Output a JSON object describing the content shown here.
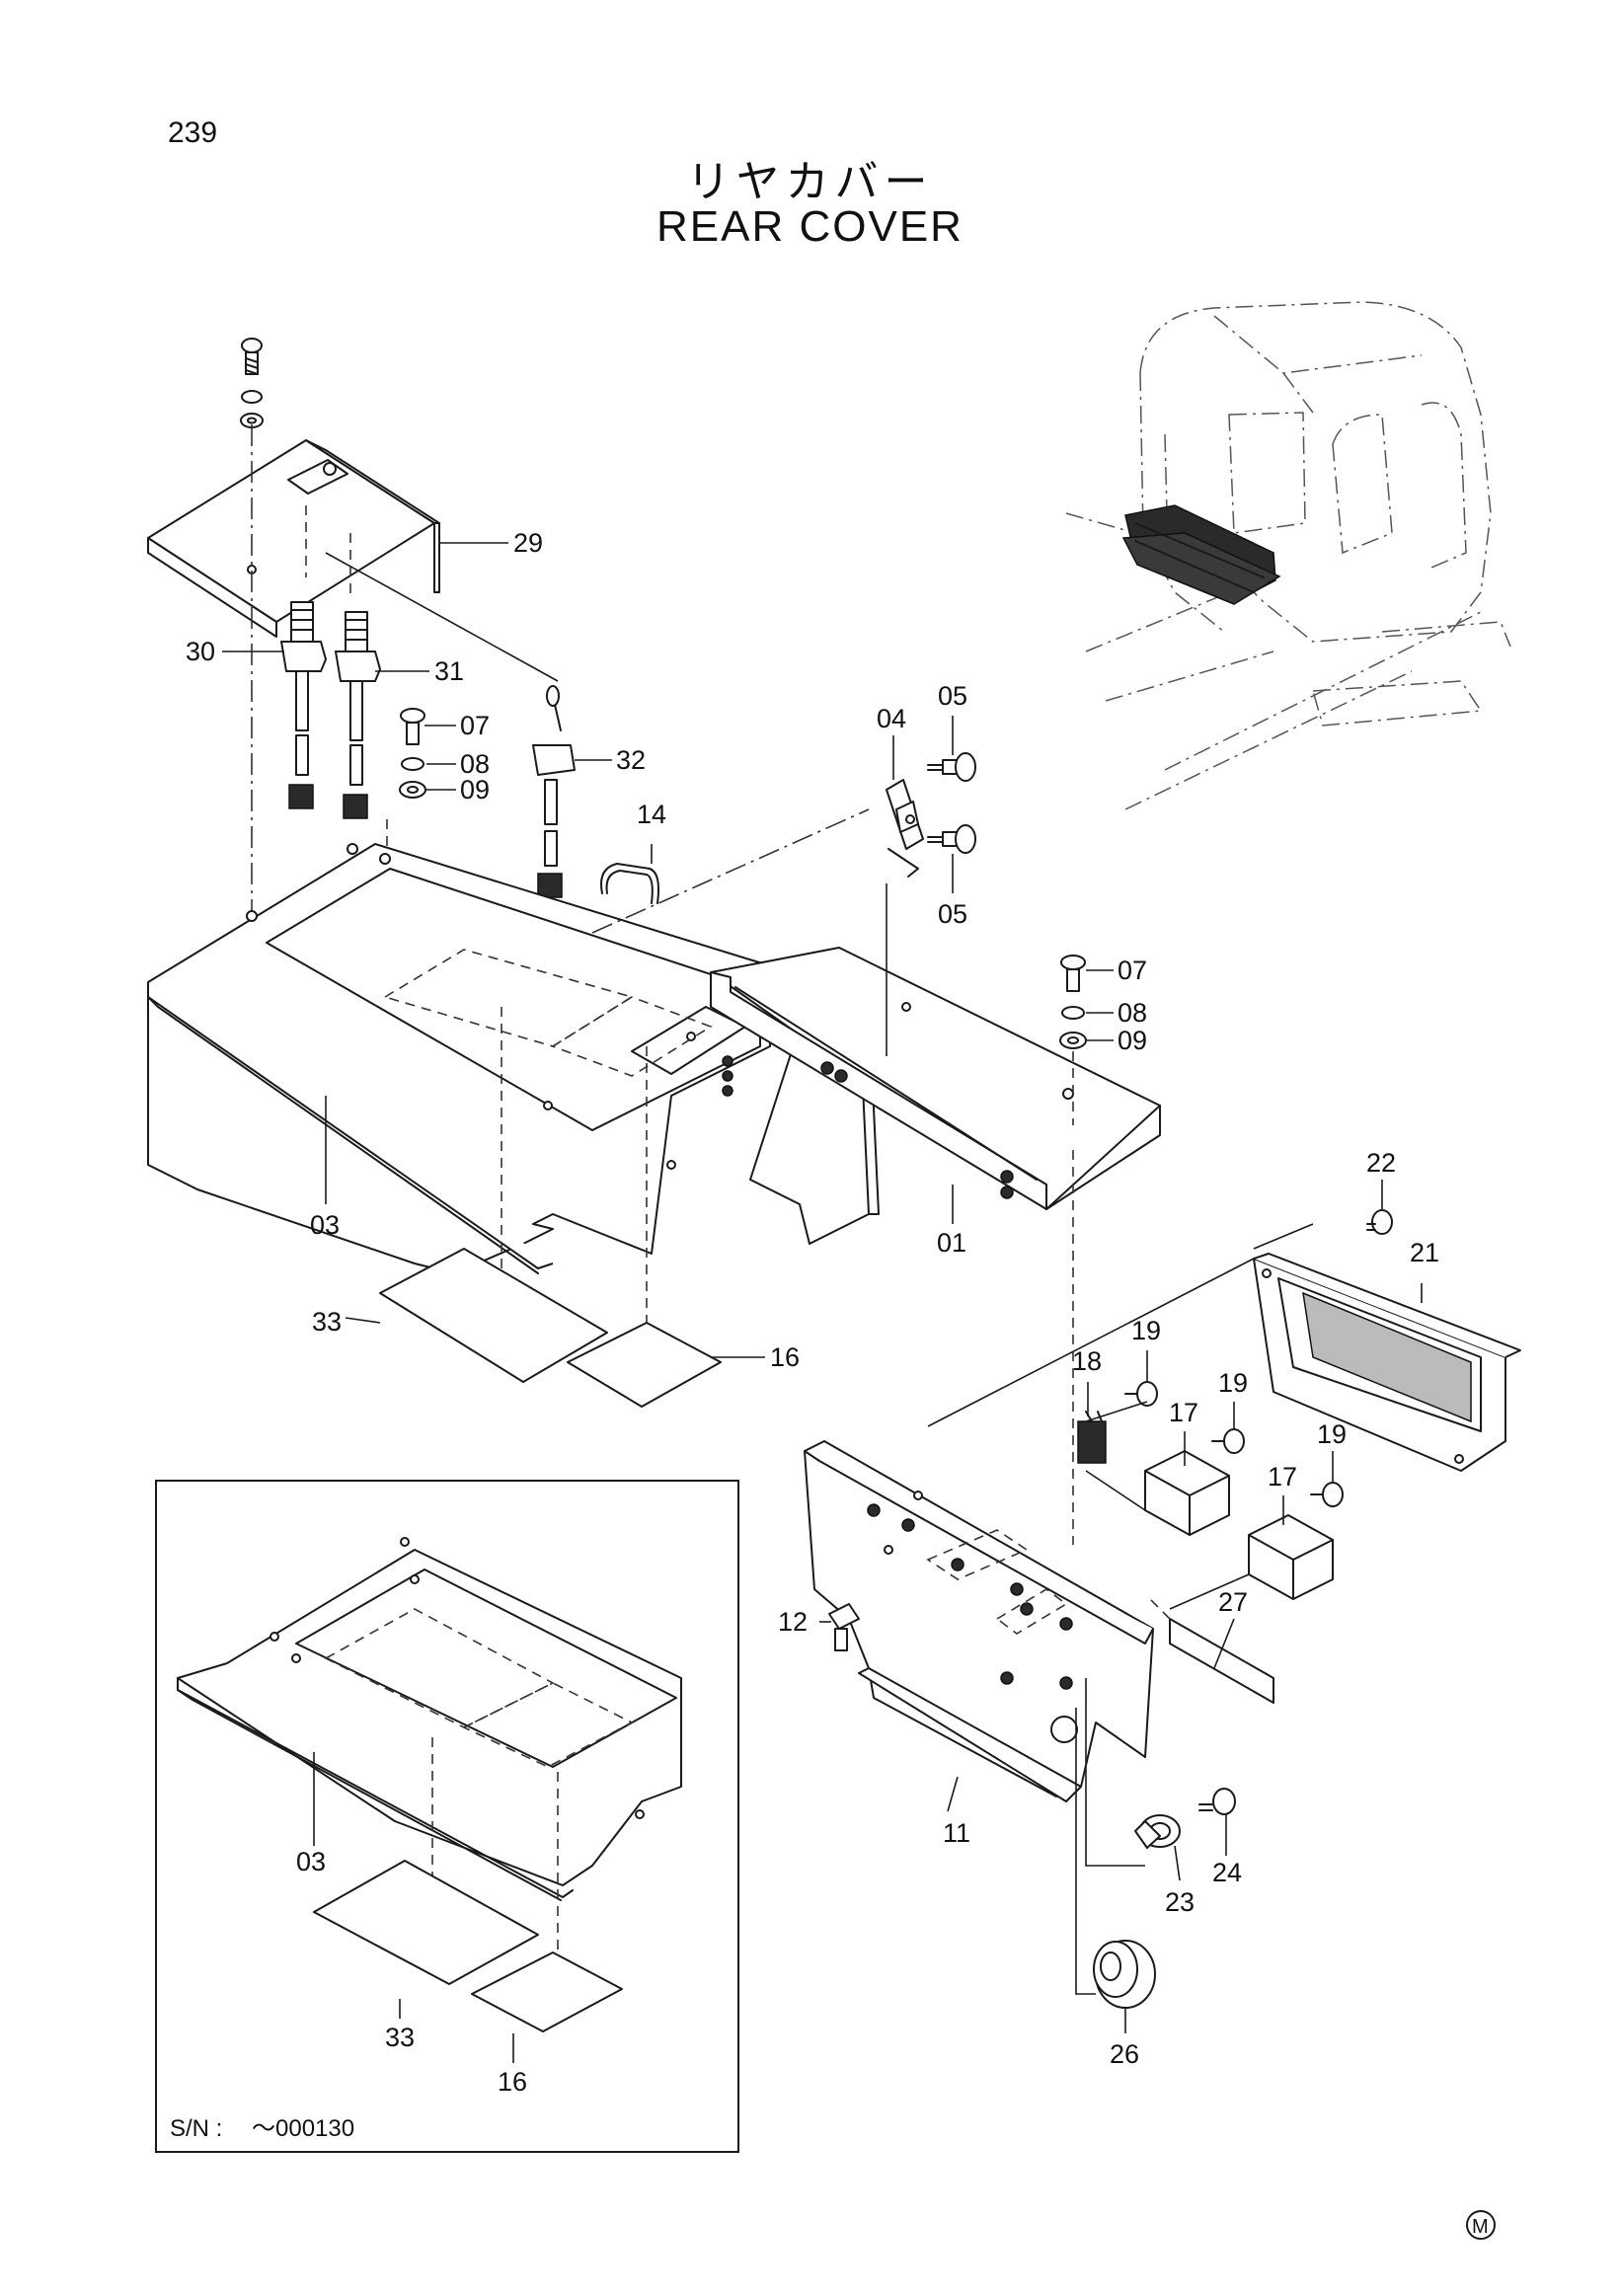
{
  "page_number": "239",
  "title_ja": "リヤカバー",
  "title_en": "REAR COVER",
  "callouts": [
    {
      "id": "29",
      "text": "29"
    },
    {
      "id": "30",
      "text": "30"
    },
    {
      "id": "31",
      "text": "31"
    },
    {
      "id": "07a",
      "text": "07"
    },
    {
      "id": "08a",
      "text": "08"
    },
    {
      "id": "09a",
      "text": "09"
    },
    {
      "id": "32",
      "text": "32"
    },
    {
      "id": "14",
      "text": "14"
    },
    {
      "id": "04",
      "text": "04"
    },
    {
      "id": "05a",
      "text": "05"
    },
    {
      "id": "05b",
      "text": "05"
    },
    {
      "id": "07b",
      "text": "07"
    },
    {
      "id": "08b",
      "text": "08"
    },
    {
      "id": "09b",
      "text": "09"
    },
    {
      "id": "03a",
      "text": "03"
    },
    {
      "id": "01",
      "text": "01"
    },
    {
      "id": "33a",
      "text": "33"
    },
    {
      "id": "16a",
      "text": "16"
    },
    {
      "id": "22",
      "text": "22"
    },
    {
      "id": "21",
      "text": "21"
    },
    {
      "id": "18",
      "text": "18"
    },
    {
      "id": "19a",
      "text": "19"
    },
    {
      "id": "17a",
      "text": "17"
    },
    {
      "id": "19b",
      "text": "19"
    },
    {
      "id": "17b",
      "text": "17"
    },
    {
      "id": "19c",
      "text": "19"
    },
    {
      "id": "12",
      "text": "12"
    },
    {
      "id": "27",
      "text": "27"
    },
    {
      "id": "11",
      "text": "11"
    },
    {
      "id": "23",
      "text": "23"
    },
    {
      "id": "24",
      "text": "24"
    },
    {
      "id": "26",
      "text": "26"
    },
    {
      "id": "03b",
      "text": "03"
    },
    {
      "id": "33b",
      "text": "33"
    },
    {
      "id": "16b",
      "text": "16"
    }
  ],
  "inset": {
    "serial_label": "S/N :",
    "serial_range": "～000130"
  },
  "maker_mark": "M"
}
